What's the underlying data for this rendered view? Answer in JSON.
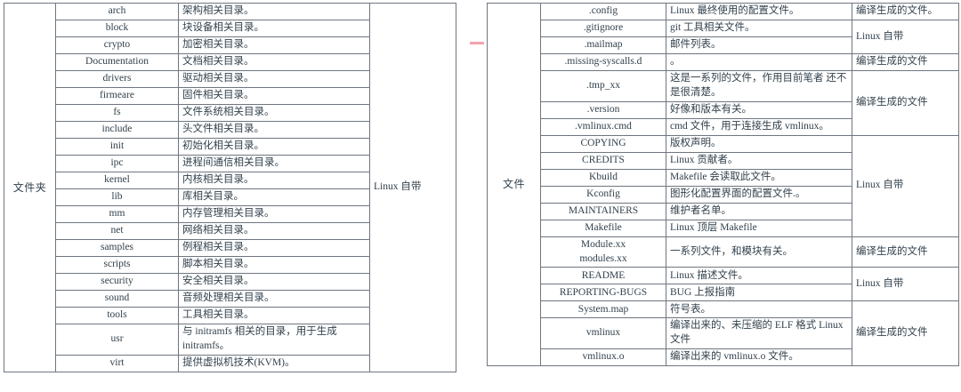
{
  "left_table": {
    "group_label": "文件夹",
    "tag_linux_builtin": "Linux 自带",
    "rows": [
      {
        "name": "arch",
        "desc": "架构相关目录。"
      },
      {
        "name": "block",
        "desc": "块设备相关目录。"
      },
      {
        "name": "crypto",
        "desc": "加密相关目录。"
      },
      {
        "name": "Documentation",
        "desc": "文档相关目录。"
      },
      {
        "name": "drivers",
        "desc": "驱动相关目录。"
      },
      {
        "name": "firmeare",
        "desc": "固件相关目录。"
      },
      {
        "name": "fs",
        "desc": "文件系统相关目录。"
      },
      {
        "name": "include",
        "desc": "头文件相关目录。"
      },
      {
        "name": "init",
        "desc": "初始化相关目录。"
      },
      {
        "name": "ipc",
        "desc": "进程间通信相关目录。"
      },
      {
        "name": "kernel",
        "desc": "内核相关目录。"
      },
      {
        "name": "lib",
        "desc": "库相关目录。"
      },
      {
        "name": "mm",
        "desc": "内存管理相关目录。"
      },
      {
        "name": "net",
        "desc": "网络相关目录。"
      },
      {
        "name": "samples",
        "desc": "例程相关目录。"
      },
      {
        "name": "scripts",
        "desc": "脚本相关目录。"
      },
      {
        "name": "security",
        "desc": "安全相关目录。"
      },
      {
        "name": "sound",
        "desc": "音频处理相关目录。"
      },
      {
        "name": "tools",
        "desc": "工具相关目录。"
      },
      {
        "name": "usr",
        "desc": "与 initramfs 相关的目录，用于生成",
        "desc2": "initramfs。"
      },
      {
        "name": "virt",
        "desc": "提供虚拟机技术(KVM)。"
      }
    ]
  },
  "right_table": {
    "group_label": "文件",
    "tag_generated_dot": "编译生成的文件。",
    "tag_generated": "编译生成的文件",
    "tag_linux_builtin": "Linux 自带",
    "rows": [
      {
        "name": ".config",
        "desc": "Linux 最终使用的配置文件。"
      },
      {
        "name": ".gitignore",
        "desc": "git 工具相关文件。"
      },
      {
        "name": ".mailmap",
        "desc": "邮件列表。"
      },
      {
        "name": ".missing-syscalls.d",
        "desc": "。"
      },
      {
        "name": ".tmp_xx",
        "desc": "这是一系列的文件，作用目前笔者",
        "desc2": "还不是很清楚。"
      },
      {
        "name": ".version",
        "desc": "好像和版本有关。"
      },
      {
        "name": ".vmlinux.cmd",
        "desc": "cmd 文件，用于连接生成 vmlinux。"
      },
      {
        "name": "COPYING",
        "desc": "版权声明。"
      },
      {
        "name": "CREDITS",
        "desc": "Linux 贡献者。"
      },
      {
        "name": "Kbuild",
        "desc": "Makefile 会读取此文件。"
      },
      {
        "name": "Kconfig",
        "desc": "图形化配置界面的配置文件.。"
      },
      {
        "name": "MAINTAINERS",
        "desc": "维护者名单。"
      },
      {
        "name": "Makefile",
        "desc": "Linux 顶层 Makefile"
      },
      {
        "name": "Module.xx",
        "name2": "modules.xx",
        "desc": "一系列文件，和模块有关。"
      },
      {
        "name": "README",
        "desc": "Linux 描述文件。"
      },
      {
        "name": "REPORTING-BUGS",
        "desc": "BUG 上报指南"
      },
      {
        "name": "System.map",
        "desc": "符号表。"
      },
      {
        "name": "vmlinux",
        "desc": "编译出来的、未压缩的 ELF 格式",
        "desc2": "Linux 文件"
      },
      {
        "name": "vmlinux.o",
        "desc": "编译出来的 vmlinux.o 文件。"
      }
    ]
  },
  "annotation": {
    "red_mark_color": "#f4a3ad"
  }
}
